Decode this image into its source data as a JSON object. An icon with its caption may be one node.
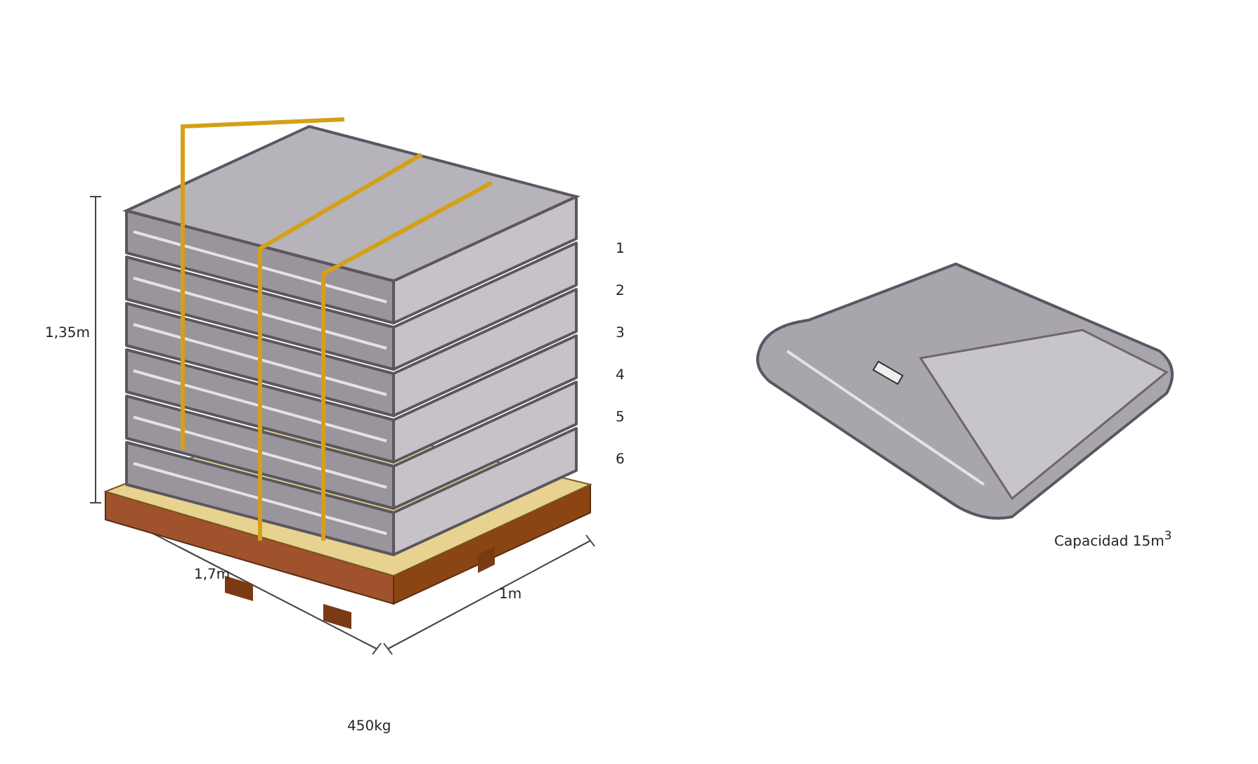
{
  "diagram": {
    "labels": [
      "1,35m",
      "1",
      "2",
      "3",
      "4",
      "5",
      "6",
      "1,7m",
      "1m",
      "450kg",
      "Capacidad 15m$^{3}$"
    ]
  }
}
